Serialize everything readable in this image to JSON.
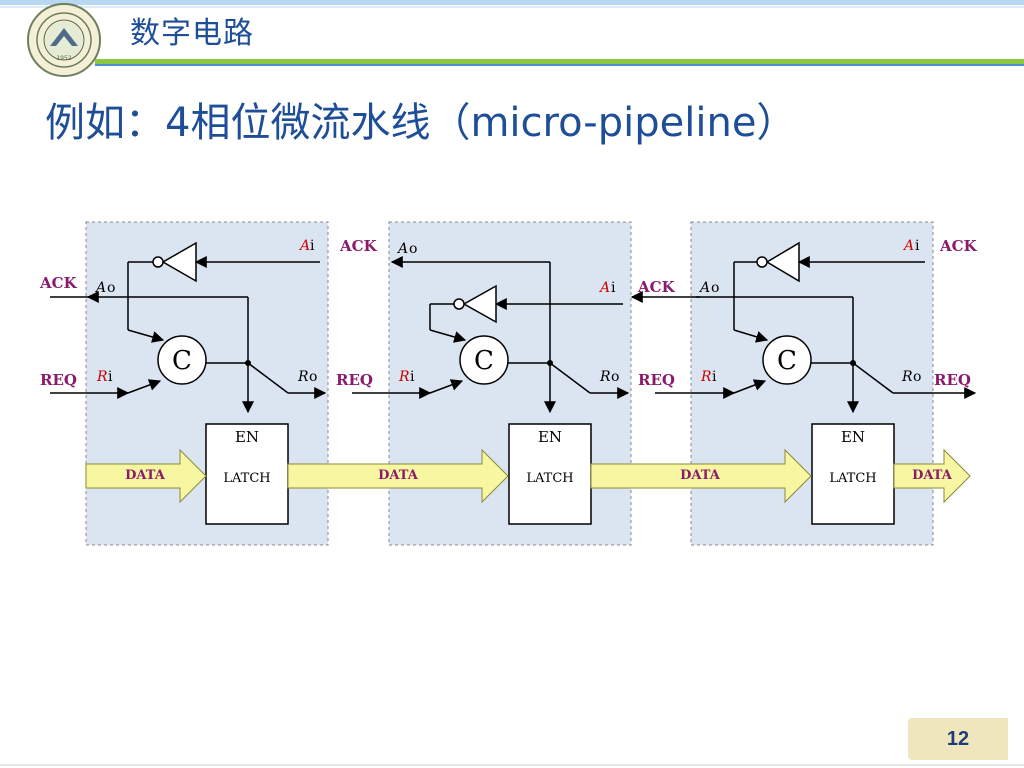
{
  "header": {
    "title": "数字电路"
  },
  "slide": {
    "title": "例如：4相位微流水线（micro-pipeline）",
    "page_number": "12"
  },
  "diagram": {
    "element_type": "C",
    "latch_en": "EN",
    "latch_label": "LATCH",
    "ack": "ACK",
    "req": "REQ",
    "data": "DATA",
    "ai": "i",
    "ao": "o",
    "ai_italic": "A",
    "ri_italic": "R",
    "colors": {
      "stage_fill": "#dbe4f1",
      "arrow_fill": "#f7f7a1",
      "signal_label": "#8b1a6b",
      "wire": "#000000"
    }
  }
}
